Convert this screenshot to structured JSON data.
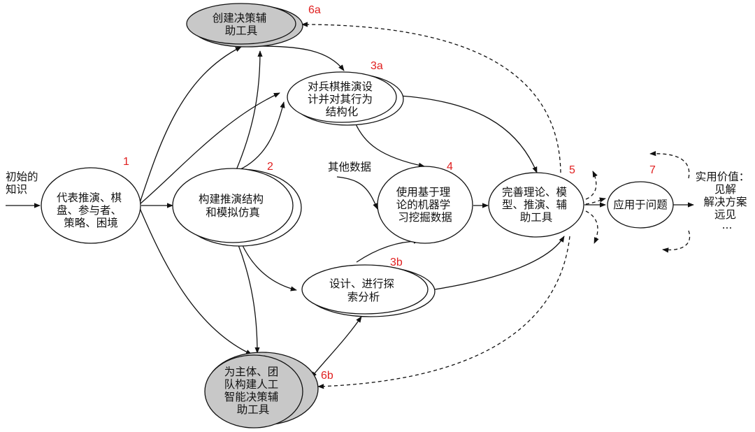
{
  "input": {
    "lines": [
      "初始的",
      "知识"
    ]
  },
  "nodes": {
    "n1": {
      "step": "1",
      "lines": [
        "代表推演、棋",
        "盘、参与者、",
        "策略、困境"
      ]
    },
    "n2": {
      "step": "2",
      "lines": [
        "构建推演结构",
        "和模拟仿真"
      ]
    },
    "n3a": {
      "step": "3a",
      "lines": [
        "对兵棋推演设",
        "计并对其行为",
        "结构化"
      ]
    },
    "n3b": {
      "step": "3b",
      "lines": [
        "设计、进行探",
        "索分析"
      ]
    },
    "n4": {
      "step": "4",
      "lines": [
        "使用基于理",
        "论的机器学",
        "习挖掘数据"
      ]
    },
    "n5": {
      "step": "5",
      "lines": [
        "完善理论、模",
        "型、推演、辅",
        "助工具"
      ]
    },
    "n6a": {
      "step": "6a",
      "lines": [
        "创建决策辅",
        "助工具"
      ]
    },
    "n6b": {
      "step": "6b",
      "lines": [
        "为主体、团",
        "队构建人工",
        "智能决策辅",
        "助工具"
      ]
    },
    "n7": {
      "step": "7",
      "lines": [
        "应用于问题"
      ]
    }
  },
  "other_data": {
    "label": "其他数据"
  },
  "output": {
    "lines": [
      "实用价值：",
      "见解",
      "解决方案",
      "远见",
      "..."
    ]
  },
  "colors": {
    "line": "#111111",
    "step_label": "#e02020",
    "gray_fill": "#c8c8c8",
    "white_fill": "#ffffff"
  }
}
